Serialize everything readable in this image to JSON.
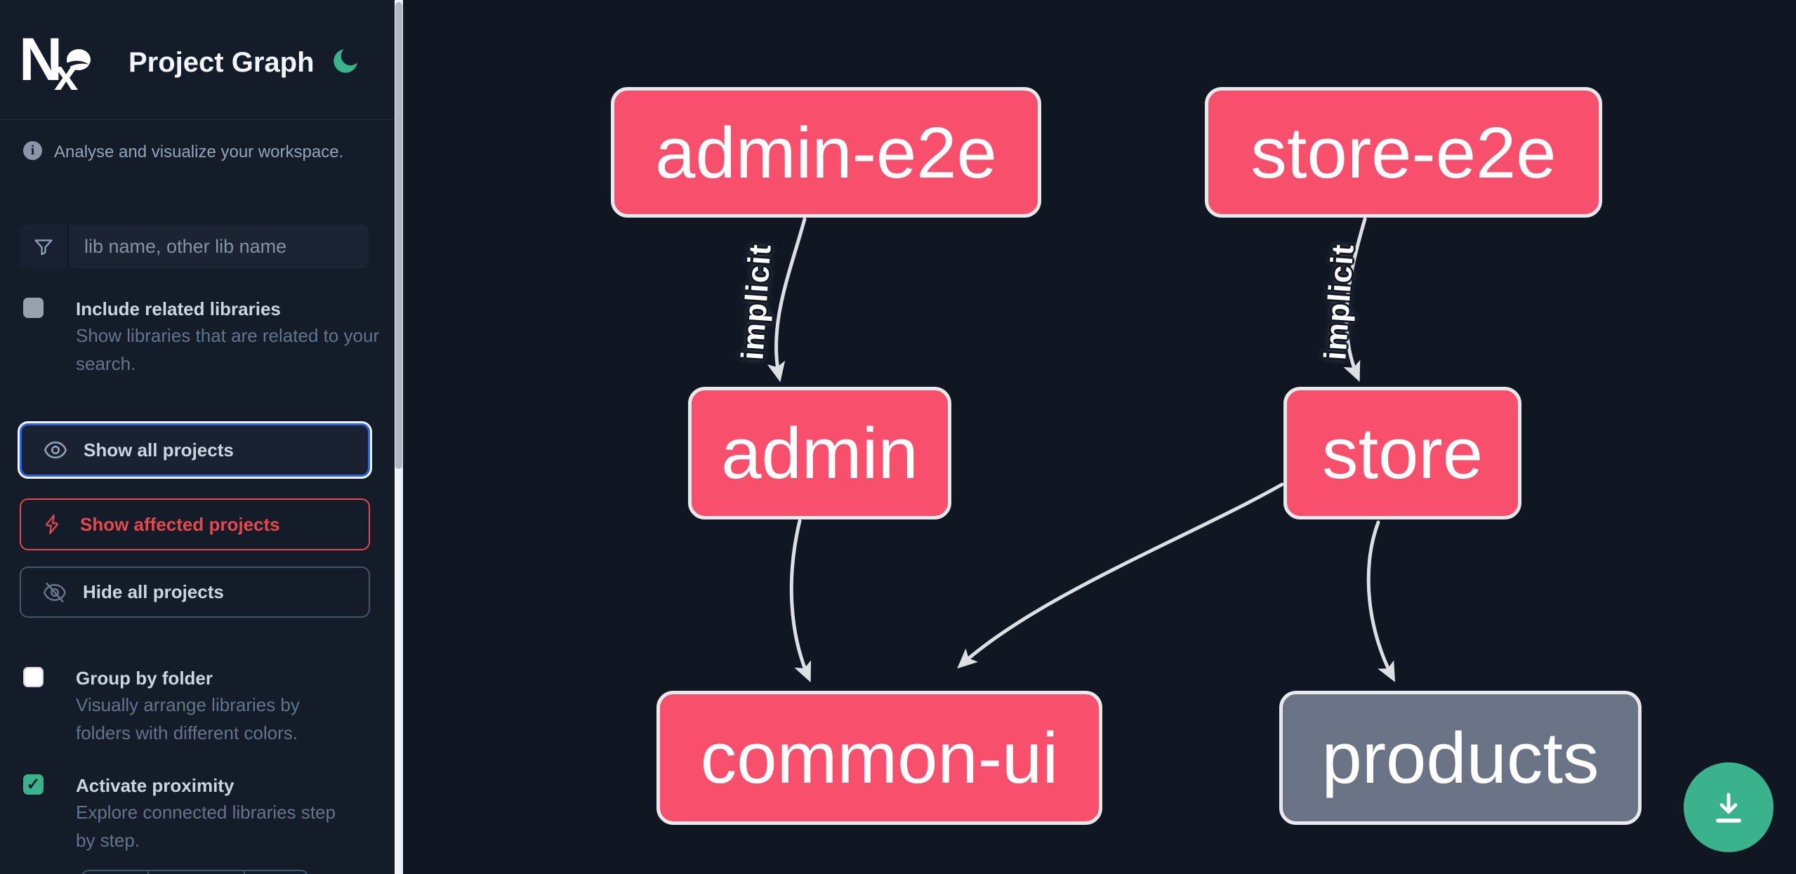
{
  "app": {
    "title": "Project Graph",
    "logo": {
      "n": "N",
      "x": "x"
    }
  },
  "sidebar": {
    "tagline": "Analyse and visualize your workspace.",
    "search_placeholder": "lib name, other lib name",
    "search_value": "",
    "checkboxes": {
      "include_related": {
        "label": "Include related libraries",
        "description": "Show libraries that are related to your search.",
        "checked": false
      },
      "group_by_folder": {
        "label": "Group by folder",
        "description": "Visually arrange libraries by folders with different colors.",
        "checked": false
      },
      "activate_proximity": {
        "label": "Activate proximity",
        "description": "Explore connected libraries step by step.",
        "checked": true
      }
    },
    "buttons": {
      "show_all": {
        "label": "Show all projects",
        "icon": "eye-icon"
      },
      "show_affected": {
        "label": "Show affected projects",
        "icon": "lightning-icon"
      },
      "hide_all": {
        "label": "Hide all projects",
        "icon": "eye-off-icon"
      }
    }
  },
  "graph": {
    "nodes": [
      {
        "id": "admin-e2e",
        "label": "admin-e2e",
        "style": "affected-pink"
      },
      {
        "id": "store-e2e",
        "label": "store-e2e",
        "style": "affected-pink"
      },
      {
        "id": "admin",
        "label": "admin",
        "style": "affected-pink"
      },
      {
        "id": "store",
        "label": "store",
        "style": "affected-pink"
      },
      {
        "id": "common-ui",
        "label": "common-ui",
        "style": "affected-pink"
      },
      {
        "id": "products",
        "label": "products",
        "style": "neutral-gray"
      }
    ],
    "edges": [
      {
        "from": "admin-e2e",
        "to": "admin",
        "label": "implicit"
      },
      {
        "from": "store-e2e",
        "to": "store",
        "label": "implicit"
      },
      {
        "from": "admin",
        "to": "common-ui",
        "label": ""
      },
      {
        "from": "store",
        "to": "common-ui",
        "label": ""
      },
      {
        "from": "store",
        "to": "products",
        "label": ""
      }
    ]
  },
  "icons": {
    "check_glyph": "✓",
    "names": [
      "moon-icon",
      "info-icon",
      "funnel-icon",
      "eye-icon",
      "lightning-icon",
      "eye-off-icon",
      "download-icon"
    ]
  },
  "colors": {
    "accent_green": "#3ab38c",
    "node_affected_pink": "#f8506c",
    "node_neutral_gray": "#6a7486",
    "focus_ring_blue": "#2c63e2",
    "danger_red": "#e5484d",
    "edge_gray": "#dcdfe4",
    "sidebar_bg": "#141b29",
    "canvas_bg": "#101723"
  }
}
